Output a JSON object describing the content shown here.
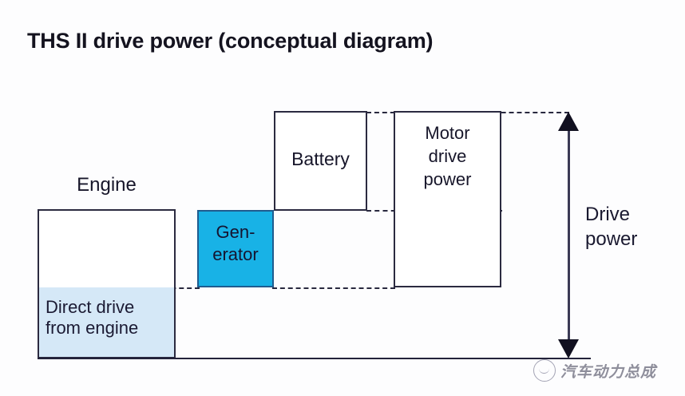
{
  "title": "THS II drive power (conceptual diagram)",
  "diagram": {
    "engine": {
      "title": "Engine",
      "direct_drive_label": "Direct drive\nfrom engine",
      "top_fill": "#ffffff",
      "direct_fill": "#d5e8f7"
    },
    "generator": {
      "label": "Gen-\nerator",
      "fill": "#18b2e6"
    },
    "battery": {
      "label": "Battery",
      "fill": "#ffffff"
    },
    "motor": {
      "label": "Motor\ndrive\npower",
      "fill": "#ffffff"
    },
    "drive_power": {
      "label": "Drive\npower"
    },
    "line_color": "#29293f"
  },
  "watermark": {
    "text": "汽车动力总成",
    "logo": "circle-logo-icon"
  }
}
